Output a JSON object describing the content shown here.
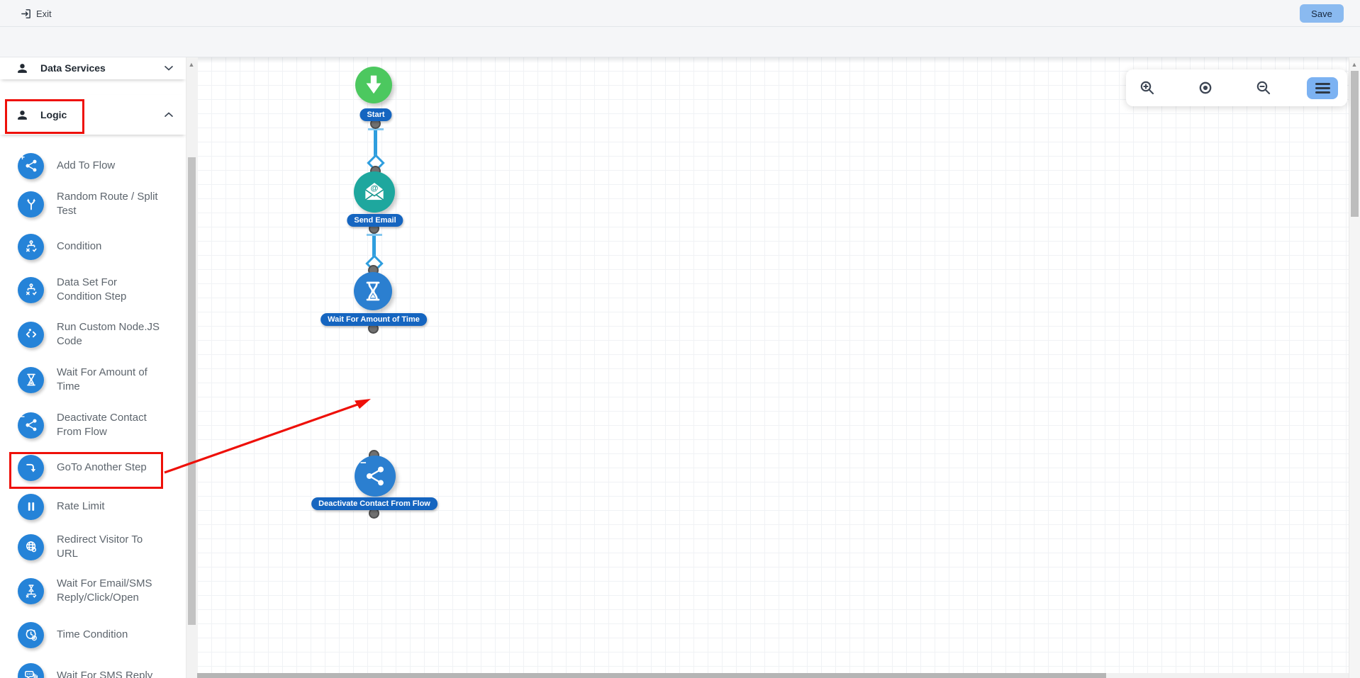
{
  "topbar": {
    "exit_label": "Exit",
    "save_label": "Save"
  },
  "toolbar": {
    "add_button_label": "+"
  },
  "sidebar": {
    "sections": [
      {
        "label": "Data Services",
        "state": "collapsed",
        "icon": "person-icon"
      },
      {
        "label": "Logic",
        "state": "expanded",
        "icon": "person-icon"
      }
    ],
    "items": [
      {
        "label": "Add To Flow",
        "icon": "share-plus-icon"
      },
      {
        "label": "Random Route / Split Test",
        "icon": "split-arrows-icon"
      },
      {
        "label": "Condition",
        "icon": "decision-tree-icon"
      },
      {
        "label": "Data Set For Condition Step",
        "icon": "decision-tree-icon"
      },
      {
        "label": "Run Custom Node.JS Code",
        "icon": "code-icon"
      },
      {
        "label": "Wait For Amount of Time",
        "icon": "hourglass-icon"
      },
      {
        "label": "Deactivate Contact From Flow",
        "icon": "share-minus-icon"
      },
      {
        "label": "GoTo Another Step",
        "icon": "goto-arrow-icon"
      },
      {
        "label": "Rate Limit",
        "icon": "pause-icon"
      },
      {
        "label": "Redirect Visitor To URL",
        "icon": "globe-icon"
      },
      {
        "label": "Wait For Email/SMS Reply/Click/Open",
        "icon": "hourglass-check-icon"
      },
      {
        "label": "Time Condition",
        "icon": "clock-icon"
      },
      {
        "label": "Wait For SMS Reply",
        "icon": "sms-bubble-icon"
      }
    ]
  },
  "canvas": {
    "nodes": [
      {
        "label": "Start",
        "icon": "down-arrow-icon",
        "color": "#4cc85f"
      },
      {
        "label": "Send Email",
        "icon": "email-at-icon",
        "color": "#1ea79e"
      },
      {
        "label": "Wait For Amount of Time",
        "icon": "hourglass-icon",
        "color": "#2b7fd0"
      },
      {
        "label": "Deactivate Contact From Flow",
        "icon": "share-minus-icon",
        "color": "#2b7fd0"
      }
    ],
    "connections": [
      {
        "from": "Start",
        "to": "Send Email"
      },
      {
        "from": "Send Email",
        "to": "Wait For Amount of Time"
      }
    ]
  },
  "zoom_controls": {
    "icons": [
      "zoom-in-icon",
      "center-target-icon",
      "zoom-out-icon",
      "menu-icon"
    ]
  },
  "annotations": {
    "highlight_color": "#ee1009",
    "highlighted_items": [
      "Logic",
      "GoTo Another Step"
    ],
    "arrow": {
      "from": "GoTo Another Step sidebar item",
      "to": "empty canvas area"
    }
  },
  "colors": {
    "save_button": "#8abaf0",
    "node_label_pill": "#1565c0",
    "connection_line": "#2f9ede",
    "sidebar_icon_circle": "#2583d8",
    "menu_button": "#7cb2f2",
    "start_node": "#4cc85f",
    "send_email_node": "#1ea79e",
    "logic_node": "#2b7fd0"
  }
}
